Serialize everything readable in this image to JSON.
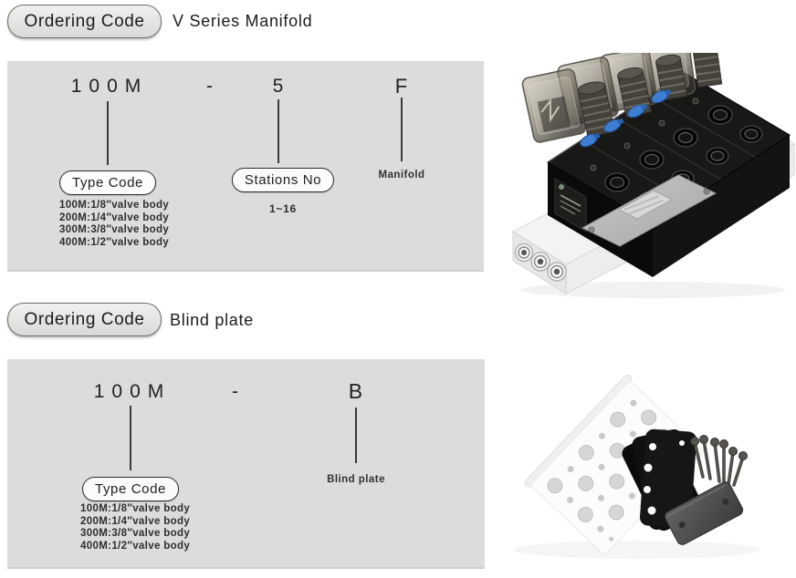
{
  "colors": {
    "panel_bg": "#dcdcdb",
    "badge_border": "#6a6a65",
    "code_text": "#222222",
    "lever_blue": "#3d7ed2"
  },
  "sections": {
    "manifold": {
      "badge_label": "Ordering Code",
      "title": "V Series Manifold",
      "code_parts": {
        "type": "100M",
        "separator": "-",
        "stations": "5",
        "suffix": "F"
      },
      "callouts": {
        "type_label": "Type Code",
        "stations_label": "Stations No",
        "suffix_label": "Manifold",
        "stations_range": "1~16"
      },
      "type_code_list": [
        "100M:1/8″valve body",
        "200M:1/4″valve body",
        "300M:3/8″valve body",
        "400M:1/2″valve body"
      ]
    },
    "blind_plate": {
      "badge_label": "Ordering Code",
      "title": "Blind plate",
      "code_parts": {
        "type": "100M",
        "separator": "-",
        "suffix": "B"
      },
      "callouts": {
        "type_label": "Type Code",
        "suffix_label": "Blind plate"
      },
      "type_code_list": [
        "100M:1/8″valve body",
        "200M:1/4″valve body",
        "300M:3/8″valve body",
        "400M:1/2″valve body"
      ]
    }
  },
  "photos": {
    "manifold": "v-series-manifold-valve-assembly",
    "blind_plate": "blind-plate-kit-with-screws"
  }
}
